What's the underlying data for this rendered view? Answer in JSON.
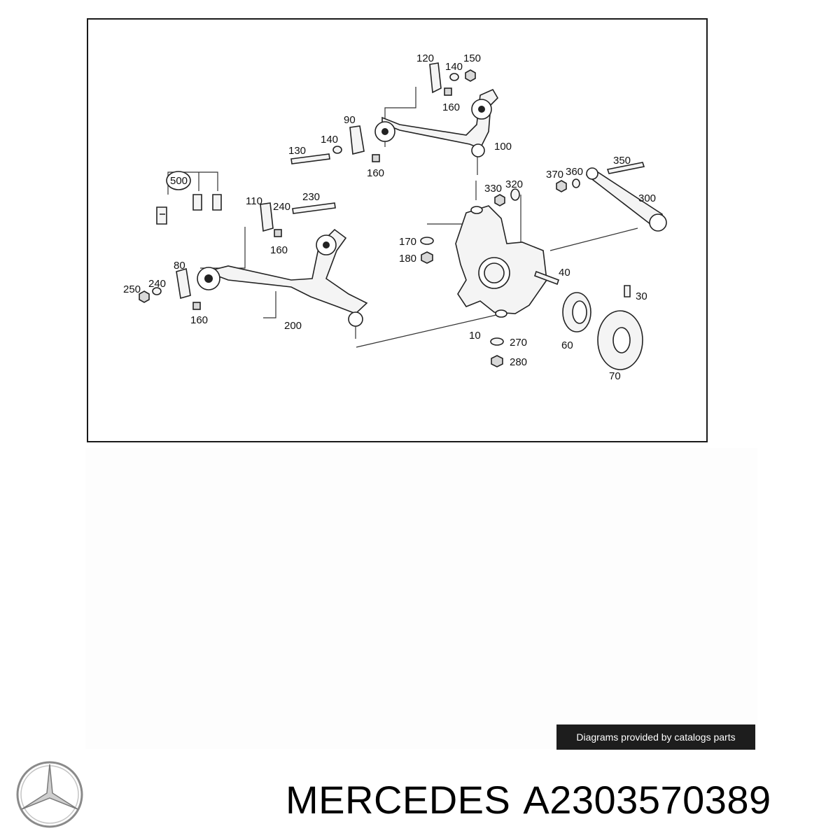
{
  "diagram": {
    "callouts": [
      "120",
      "140",
      "150",
      "160",
      "90",
      "140",
      "130",
      "160",
      "100",
      "350",
      "370",
      "360",
      "300",
      "500",
      "110",
      "240",
      "230",
      "160",
      "330",
      "320",
      "170",
      "180",
      "40",
      "80",
      "240",
      "250",
      "160",
      "200",
      "30",
      "60",
      "10",
      "270",
      "280",
      "70"
    ]
  },
  "credit": {
    "text": "Diagrams provided by catalogs parts"
  },
  "footer": {
    "brand": "MERCEDES",
    "part_number": "A2303570389",
    "logo_icon": "mercedes-star-icon"
  }
}
